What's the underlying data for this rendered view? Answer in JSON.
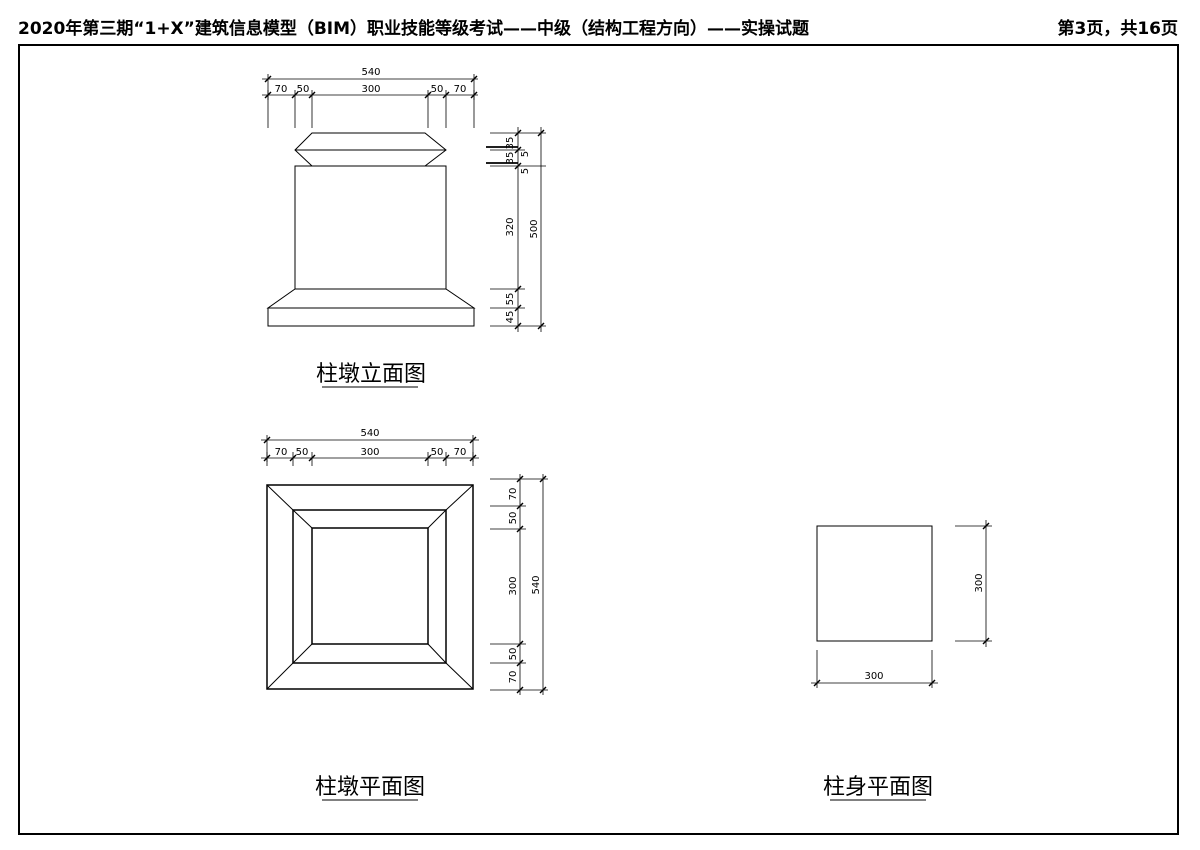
{
  "header": {
    "title": "2020年第三期“1+X”建筑信息模型（BIM）职业技能等级考试——中级（结构工程方向）——实操试题",
    "page": "第3页，共16页"
  },
  "elevation": {
    "caption": "柱墩立面图",
    "top_dims": {
      "total": "540",
      "a": "70",
      "b": "50",
      "c": "300",
      "d": "50",
      "e": "70"
    },
    "right_dims": {
      "d35a": "35",
      "d35b": "35",
      "d5a": "5",
      "d5b": "5",
      "d320": "320",
      "d55": "55",
      "d45": "45",
      "total": "500"
    }
  },
  "plan": {
    "caption": "柱墩平面图",
    "top_dims": {
      "total": "540",
      "a": "70",
      "b": "50",
      "c": "300",
      "d": "50",
      "e": "70"
    },
    "right_dims": {
      "a": "70",
      "b": "50",
      "c": "300",
      "d": "50",
      "e": "70",
      "total": "540"
    }
  },
  "column_plan": {
    "caption": "柱身平面图",
    "width_dim": "300",
    "height_dim": "300"
  }
}
